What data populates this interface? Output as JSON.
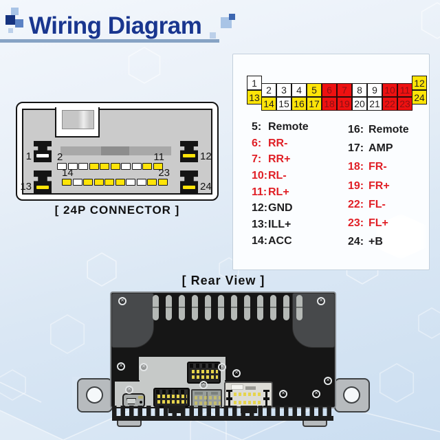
{
  "header": {
    "title": "Wiring Diagram"
  },
  "connector": {
    "caption": "[ 24P CONNECTOR ]",
    "side_pins": [
      {
        "n": "1",
        "slot": "white",
        "pos": "pos-lt"
      },
      {
        "n": "13",
        "slot": "yellow",
        "pos": "pos-lb"
      },
      {
        "n": "12",
        "slot": "yellow",
        "pos": "pos-rt"
      },
      {
        "n": "24",
        "slot": "yellow",
        "pos": "pos-rb"
      }
    ],
    "row1": {
      "left_label": "2",
      "right_label": "11",
      "slots": [
        "white",
        "white",
        "white",
        "yellow",
        "yellow",
        "yellow",
        "white",
        "white",
        "yellow",
        "yellow"
      ]
    },
    "row2": {
      "left_label": "14",
      "right_label": "23",
      "slots": [
        "yellow",
        "white",
        "yellow",
        "yellow",
        "yellow",
        "yellow",
        "white",
        "white",
        "yellow",
        "yellow"
      ]
    }
  },
  "pin_map": {
    "table": {
      "left_col": [
        {
          "n": "1",
          "color": "white"
        },
        {
          "n": "13",
          "color": "yellow"
        }
      ],
      "row1": [
        {
          "n": "2",
          "color": "white"
        },
        {
          "n": "3",
          "color": "white"
        },
        {
          "n": "4",
          "color": "white"
        },
        {
          "n": "5",
          "color": "yellow"
        },
        {
          "n": "6",
          "color": "red"
        },
        {
          "n": "7",
          "color": "red"
        },
        {
          "n": "8",
          "color": "white"
        },
        {
          "n": "9",
          "color": "white"
        },
        {
          "n": "10",
          "color": "red"
        },
        {
          "n": "11",
          "color": "red"
        }
      ],
      "row2": [
        {
          "n": "14",
          "color": "yellow"
        },
        {
          "n": "15",
          "color": "white"
        },
        {
          "n": "16",
          "color": "yellow"
        },
        {
          "n": "17",
          "color": "yellow"
        },
        {
          "n": "18",
          "color": "red"
        },
        {
          "n": "19",
          "color": "red"
        },
        {
          "n": "20",
          "color": "white"
        },
        {
          "n": "21",
          "color": "white"
        },
        {
          "n": "22",
          "color": "red"
        },
        {
          "n": "23",
          "color": "red"
        }
      ],
      "right_col": [
        {
          "n": "12",
          "color": "yellow"
        },
        {
          "n": "24",
          "color": "yellow"
        }
      ]
    },
    "list_left": [
      {
        "n": "5:",
        "label": "Remote",
        "color": "black"
      },
      {
        "n": "6:",
        "label": "RR-",
        "color": "red"
      },
      {
        "n": "7:",
        "label": "RR+",
        "color": "red"
      },
      {
        "n": "10:",
        "label": "RL-",
        "color": "red"
      },
      {
        "n": "11:",
        "label": "RL+",
        "color": "red"
      },
      {
        "n": "12:",
        "label": "GND",
        "color": "black"
      },
      {
        "n": "13:",
        "label": "ILL+",
        "color": "black"
      },
      {
        "n": "14:",
        "label": "ACC",
        "color": "black"
      }
    ],
    "list_right": [
      {
        "n": "16:",
        "label": "Remote",
        "color": "black"
      },
      {
        "n": "17:",
        "label": "AMP",
        "color": "black"
      },
      {
        "n": "18:",
        "label": "FR-",
        "color": "red"
      },
      {
        "n": "19:",
        "label": "FR+",
        "color": "red"
      },
      {
        "n": "22:",
        "label": "FL-",
        "color": "red"
      },
      {
        "n": "23:",
        "label": "FL+",
        "color": "red"
      },
      {
        "n": "24:",
        "label": "+B",
        "color": "black"
      }
    ]
  },
  "rear": {
    "caption": "[ Rear View ]",
    "vent_count": 12
  },
  "colors": {
    "accent_blue": "#19368f",
    "pin_yellow": "#ffe408",
    "pin_red": "#ee1111",
    "list_red": "#e01e25"
  }
}
